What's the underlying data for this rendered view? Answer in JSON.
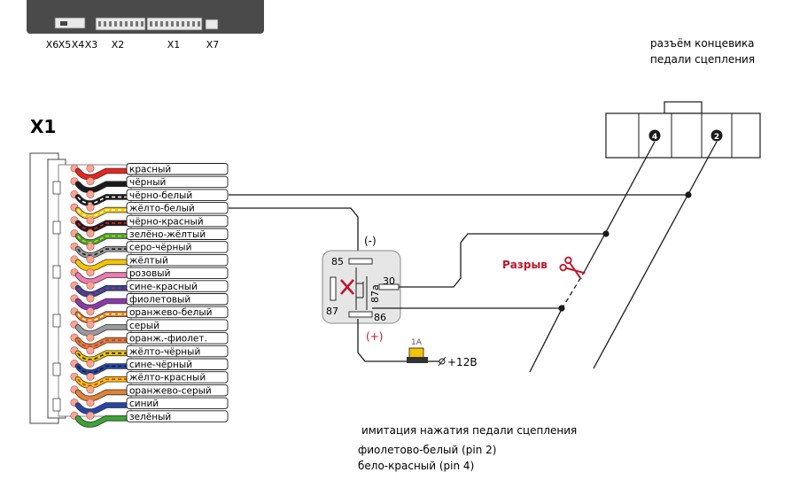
{
  "top_connectors": [
    "X6",
    "X5",
    "X4",
    "X3",
    "X2",
    "X1",
    "X7"
  ],
  "pedal_switch_label": [
    "разъём концевика",
    "педали сцепления"
  ],
  "block_title": "X1",
  "wires": [
    {
      "label": "красный",
      "colors": [
        "#e8241c"
      ]
    },
    {
      "label": "чёрный",
      "colors": [
        "#1a1a1a"
      ]
    },
    {
      "label": "чёрно-белый",
      "colors": [
        "#1a1a1a",
        "#ffffff"
      ]
    },
    {
      "label": "жёлто-белый",
      "colors": [
        "#f4c400",
        "#ffffff"
      ]
    },
    {
      "label": "чёрно-красный",
      "colors": [
        "#1a1a1a",
        "#e8241c"
      ]
    },
    {
      "label": "зелёно-жёлтый",
      "colors": [
        "#3aa535",
        "#f4c400"
      ]
    },
    {
      "label": "серо-чёрный",
      "colors": [
        "#9a9a9a",
        "#1a1a1a"
      ]
    },
    {
      "label": "жёлтый",
      "colors": [
        "#f4c400"
      ]
    },
    {
      "label": "розовый",
      "colors": [
        "#f07ab0"
      ]
    },
    {
      "label": "сине-красный",
      "colors": [
        "#2346a8",
        "#e8241c"
      ]
    },
    {
      "label": "фиолетовый",
      "colors": [
        "#8a3aa8"
      ]
    },
    {
      "label": "оранжево-белый",
      "colors": [
        "#ef7d1a",
        "#ffffff"
      ]
    },
    {
      "label": "серый",
      "colors": [
        "#9a9a9a"
      ]
    },
    {
      "label": "оранж.-фиолет.",
      "colors": [
        "#ef7d1a",
        "#8a3aa8"
      ]
    },
    {
      "label": "жёлто-чёрный",
      "colors": [
        "#f4c400",
        "#1a1a1a"
      ]
    },
    {
      "label": "сине-чёрный",
      "colors": [
        "#2346a8",
        "#1a1a1a"
      ]
    },
    {
      "label": "жёлто-красный",
      "colors": [
        "#f4c400",
        "#e8241c"
      ]
    },
    {
      "label": "оранжево-серый",
      "colors": [
        "#ef7d1a",
        "#9a9a9a"
      ]
    },
    {
      "label": "синий",
      "colors": [
        "#2346a8"
      ]
    },
    {
      "label": "зелёный",
      "colors": [
        "#3aa535"
      ]
    }
  ],
  "relay": {
    "minus_label": "(-)",
    "plus_label": "(+)",
    "pin_85": "85",
    "pin_86": "86",
    "pin_87": "87",
    "pin_87a": "87a",
    "pin_30": "30"
  },
  "fuse_label": "1A",
  "supply_label": "+12В",
  "break_label": "Разрыв",
  "pin_numbers": [
    "4",
    "2"
  ],
  "notes": [
    "имитация нажатия педали сцепления",
    "фиолетово-белый (pin 2)",
    "бело-красный (pin 4)"
  ],
  "colors": {
    "accent_red": "#c0142a",
    "line": "#1a1a1a",
    "relay_fill": "#e6e6e6"
  }
}
